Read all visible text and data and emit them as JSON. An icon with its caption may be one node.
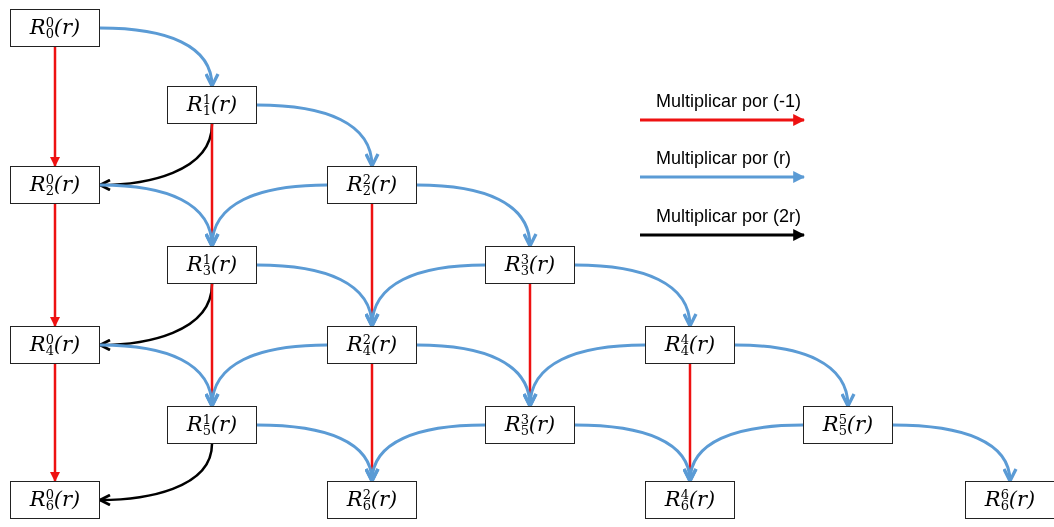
{
  "diagram": {
    "nodes": [
      {
        "text": [
          "R$^{0}$$_{0}$(r)"
        ]
      },
      {
        "text": [
          "R$^{1}$$_{1}$(r)"
        ]
      },
      {
        "text": [
          "R$^{0}$$_{2}$(r)"
        ]
      },
      {
        "text": [
          "R$^{2}$$_{2}$(r)"
        ]
      },
      {
        "text": [
          "R$^{1}$$_{3}$(r)"
        ]
      },
      {
        "text": [
          "R$^{3}$$_{3}$(r)"
        ]
      },
      {
        "text": [
          "R$^{0}$$_{4}$(r)"
        ]
      },
      {
        "text": [
          "R$^{2}$$_{4}$(r)"
        ]
      },
      {
        "text": [
          "R$^{4}$$_{4}$(r)"
        ]
      },
      {
        "text": [
          "R$^{1}$$_{5}$(r)"
        ]
      },
      {
        "text": [
          "R$^{3}$$_{5}$(r)"
        ]
      },
      {
        "text": [
          "R$^{5}$$_{5}$(r)"
        ]
      },
      {
        "text": [
          "R$^{0}$$_{6}$(r)"
        ]
      },
      {
        "text": [
          "R$^{2}$$_{6}$(r)"
        ]
      },
      {
        "text": [
          "R$^{4}$$_{6}$(r)"
        ]
      },
      {
        "text": [
          "R$^{6}$$_{6}$(r)"
        ]
      }
    ],
    "edges": [
      {
        "from": 0,
        "to": 2,
        "arrow": "to",
        "color": "#ee1111"
      },
      {
        "from": 2,
        "to": 6,
        "arrow": "to",
        "color": "#ee1111"
      },
      {
        "from": 6,
        "to": 12,
        "arrow": "to",
        "color": "#ee1111"
      },
      {
        "from": 1,
        "to": 4,
        "arrow": "none",
        "color": "#ee1111"
      },
      {
        "from": 4,
        "to": 9,
        "arrow": "none",
        "color": "#ee1111"
      },
      {
        "from": 3,
        "to": 7,
        "arrow": "none",
        "color": "#ee1111"
      },
      {
        "from": 7,
        "to": 13,
        "arrow": "none",
        "color": "#ee1111"
      },
      {
        "from": 5,
        "to": 10,
        "arrow": "none",
        "color": "#ee1111"
      },
      {
        "from": 8,
        "to": 14,
        "arrow": "none",
        "color": "#ee1111"
      },
      {
        "from": 0,
        "to": 1,
        "arrow": "to"
      },
      {
        "from": 1,
        "to": 3,
        "arrow": "to"
      },
      {
        "from": 2,
        "to": 4,
        "arrow": "to"
      },
      {
        "from": 3,
        "to": 4,
        "arrow": "to"
      },
      {
        "from": 3,
        "to": 5,
        "arrow": "to"
      },
      {
        "from": 4,
        "to": 7,
        "arrow": "to"
      },
      {
        "from": 5,
        "to": 7,
        "arrow": "to"
      },
      {
        "from": 5,
        "to": 8,
        "arrow": "to"
      },
      {
        "from": 6,
        "to": 9,
        "arrow": "to"
      },
      {
        "from": 7,
        "to": 9,
        "arrow": "to"
      },
      {
        "from": 7,
        "to": 10,
        "arrow": "to"
      },
      {
        "from": 8,
        "to": 10,
        "arrow": "to"
      },
      {
        "from": 8,
        "to": 11,
        "arrow": "to"
      },
      {
        "from": 9,
        "to": 13,
        "arrow": "to"
      },
      {
        "from": 10,
        "to": 13,
        "arrow": "to"
      },
      {
        "from": 10,
        "to": 14,
        "arrow": "to"
      },
      {
        "from": 11,
        "to": 14,
        "arrow": "to"
      },
      {
        "from": 11,
        "to": 15,
        "arrow": "to"
      },
      {
        "from": 1,
        "to": 2,
        "arrow": "to",
        "color": "#000000"
      },
      {
        "from": 4,
        "to": 6,
        "arrow": "to",
        "color": "#000000"
      },
      {
        "from": 9,
        "to": 12,
        "arrow": "to",
        "color": "#000000"
      }
    ],
    "legend": [
      {
        "text": "Multiplicar por (-1)"
      },
      {
        "text": "Multiplicar por (r)"
      },
      {
        "text": "Multiplicar por (2r)"
      }
    ]
  }
}
